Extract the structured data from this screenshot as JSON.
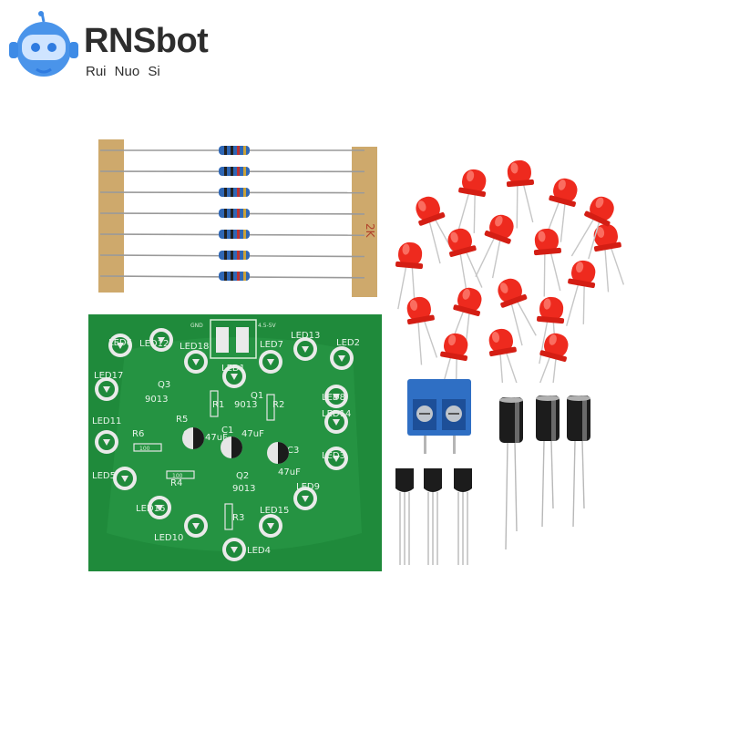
{
  "brand": {
    "name": "RNSbot",
    "subtitle": "Rui  Nuo Si"
  },
  "resistor_tape_mark": "2K",
  "pcb": {
    "header_labels": [
      "GND",
      "4.5-5V"
    ],
    "led_labels": [
      "LED12",
      "LED6",
      "LED18",
      "LED7",
      "LED13",
      "LED2",
      "LED1",
      "LED17",
      "LED8",
      "LED14",
      "LED11",
      "LED3",
      "LED5",
      "LED9",
      "LED16",
      "LED15",
      "LED10",
      "LED4"
    ],
    "component_labels": [
      "Q3",
      "9013",
      "R5",
      "R1",
      "Q1",
      "9013",
      "R2",
      "C1",
      "47uF",
      "R6",
      "C2",
      "47uF",
      "C3",
      "47uF",
      "R4",
      "Q2",
      "9013",
      "R3"
    ],
    "resistor_value": "100"
  },
  "colors": {
    "pcb_green": "#1f8a3b",
    "led_red": "#ee2a1e",
    "terminal_blue": "#2f6fc4",
    "capacitor_black": "#1c1c1c"
  }
}
